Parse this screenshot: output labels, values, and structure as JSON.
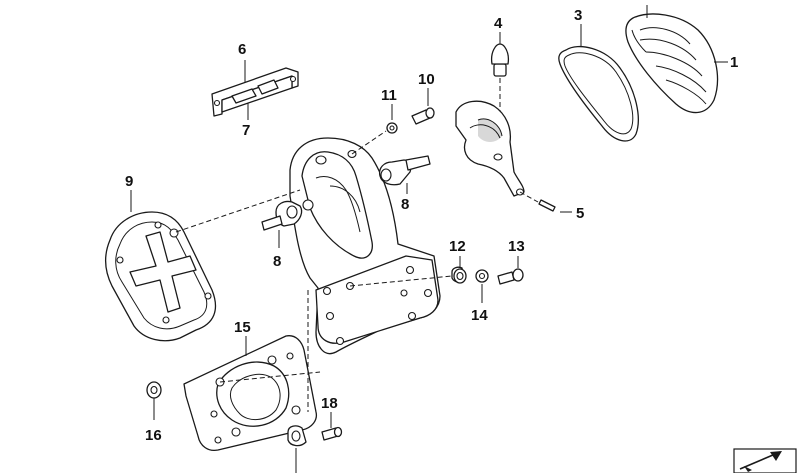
{
  "callouts": [
    {
      "id": "1",
      "label": "1"
    },
    {
      "id": "3",
      "label": "3"
    },
    {
      "id": "4",
      "label": "4"
    },
    {
      "id": "5",
      "label": "5"
    },
    {
      "id": "6",
      "label": "6"
    },
    {
      "id": "7",
      "label": "7"
    },
    {
      "id": "8a",
      "label": "8"
    },
    {
      "id": "8b",
      "label": "8"
    },
    {
      "id": "9",
      "label": "9"
    },
    {
      "id": "10",
      "label": "10"
    },
    {
      "id": "11",
      "label": "11"
    },
    {
      "id": "12",
      "label": "12"
    },
    {
      "id": "13",
      "label": "13"
    },
    {
      "id": "14",
      "label": "14"
    },
    {
      "id": "15",
      "label": "15"
    },
    {
      "id": "16",
      "label": "16"
    },
    {
      "id": "18",
      "label": "18"
    }
  ],
  "corner_icon": "arrow-cube-icon",
  "colors": {
    "line": "#1a1a1a",
    "background": "#ffffff",
    "shade": "#d8d8d8"
  }
}
